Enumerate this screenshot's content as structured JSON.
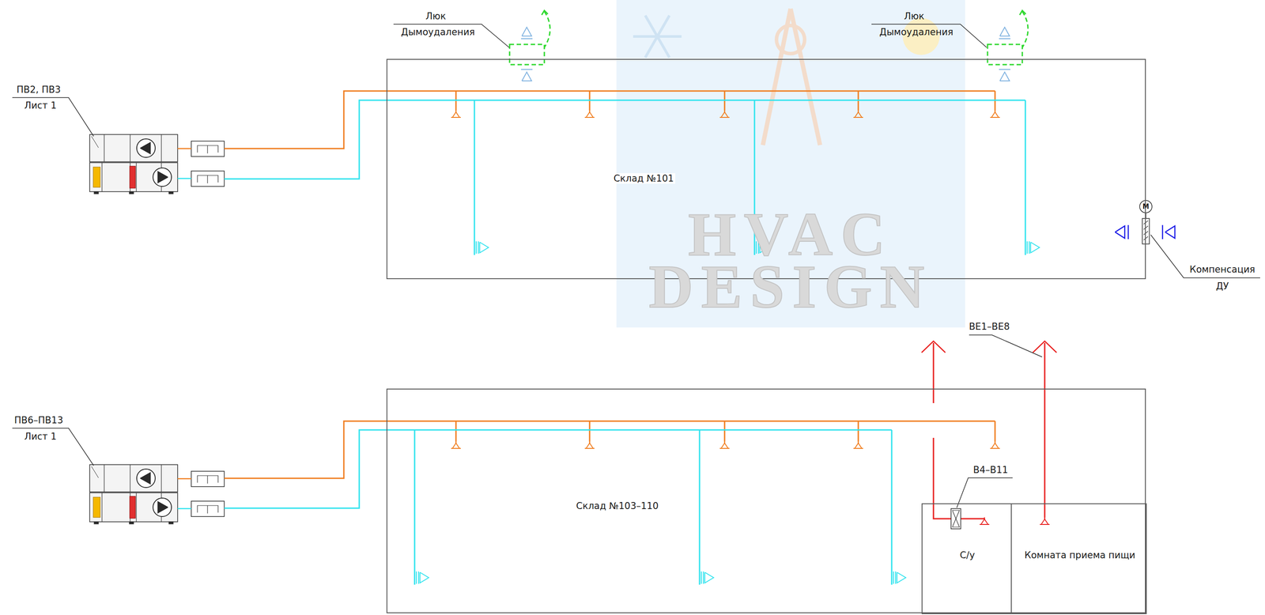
{
  "diagram": {
    "nodes": [
      {
        "text": [
          "Склад №101"
        ]
      },
      {
        "text": [
          "Склад №103–110"
        ]
      },
      {
        "text": [
          "С/у"
        ],
        "in": 1
      },
      {
        "text": [
          "Комната приема пищи"
        ],
        "in": 1
      }
    ],
    "labels": [
      "Люк",
      "Дымоудаления",
      "Люк",
      "Дымоудаления",
      "ПВ2, ПВ3",
      "Лист 1",
      "Компенсация",
      "ДУ",
      "ВЕ1–ВЕ8",
      "ПВ6–ПВ13",
      "Лист 1",
      "В4–В11",
      "HVAC",
      "DESIGN",
      "M"
    ]
  }
}
